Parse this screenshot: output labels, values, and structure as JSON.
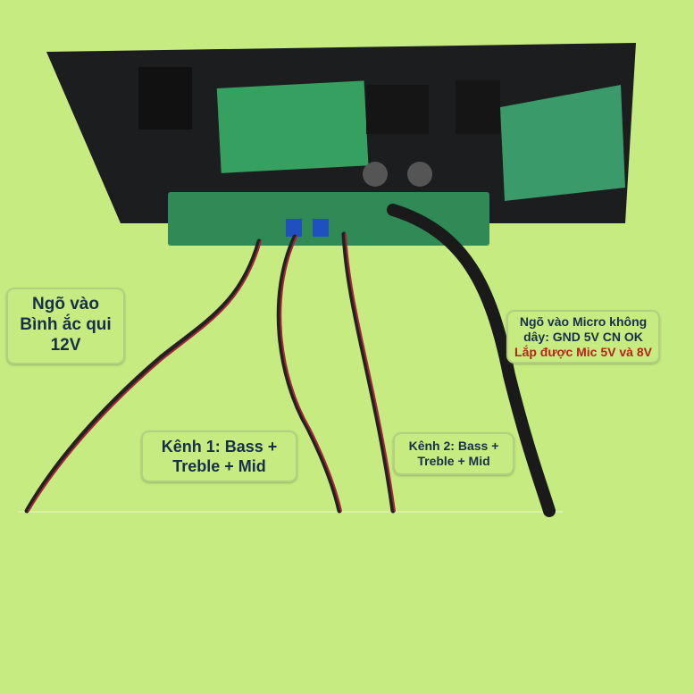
{
  "labels": {
    "battery_input": {
      "line1": "Ngõ vào",
      "line2": "Bình ắc qui",
      "line3": "12V"
    },
    "channel1": {
      "line1": "Kênh 1: Bass +",
      "line2": "Treble + Mid"
    },
    "channel2": {
      "line1": "Kênh 2: Bass +",
      "line2": "Treble + Mid"
    },
    "mic_input": {
      "line1": "Ngõ vào Micro không",
      "line2": "dây: GND 5V CN OK",
      "line3": "Lắp được Mic 5V và 8V"
    }
  },
  "colors": {
    "background": "#c6eb80",
    "label_text": "#17304a",
    "highlight_text": "#b52418"
  }
}
